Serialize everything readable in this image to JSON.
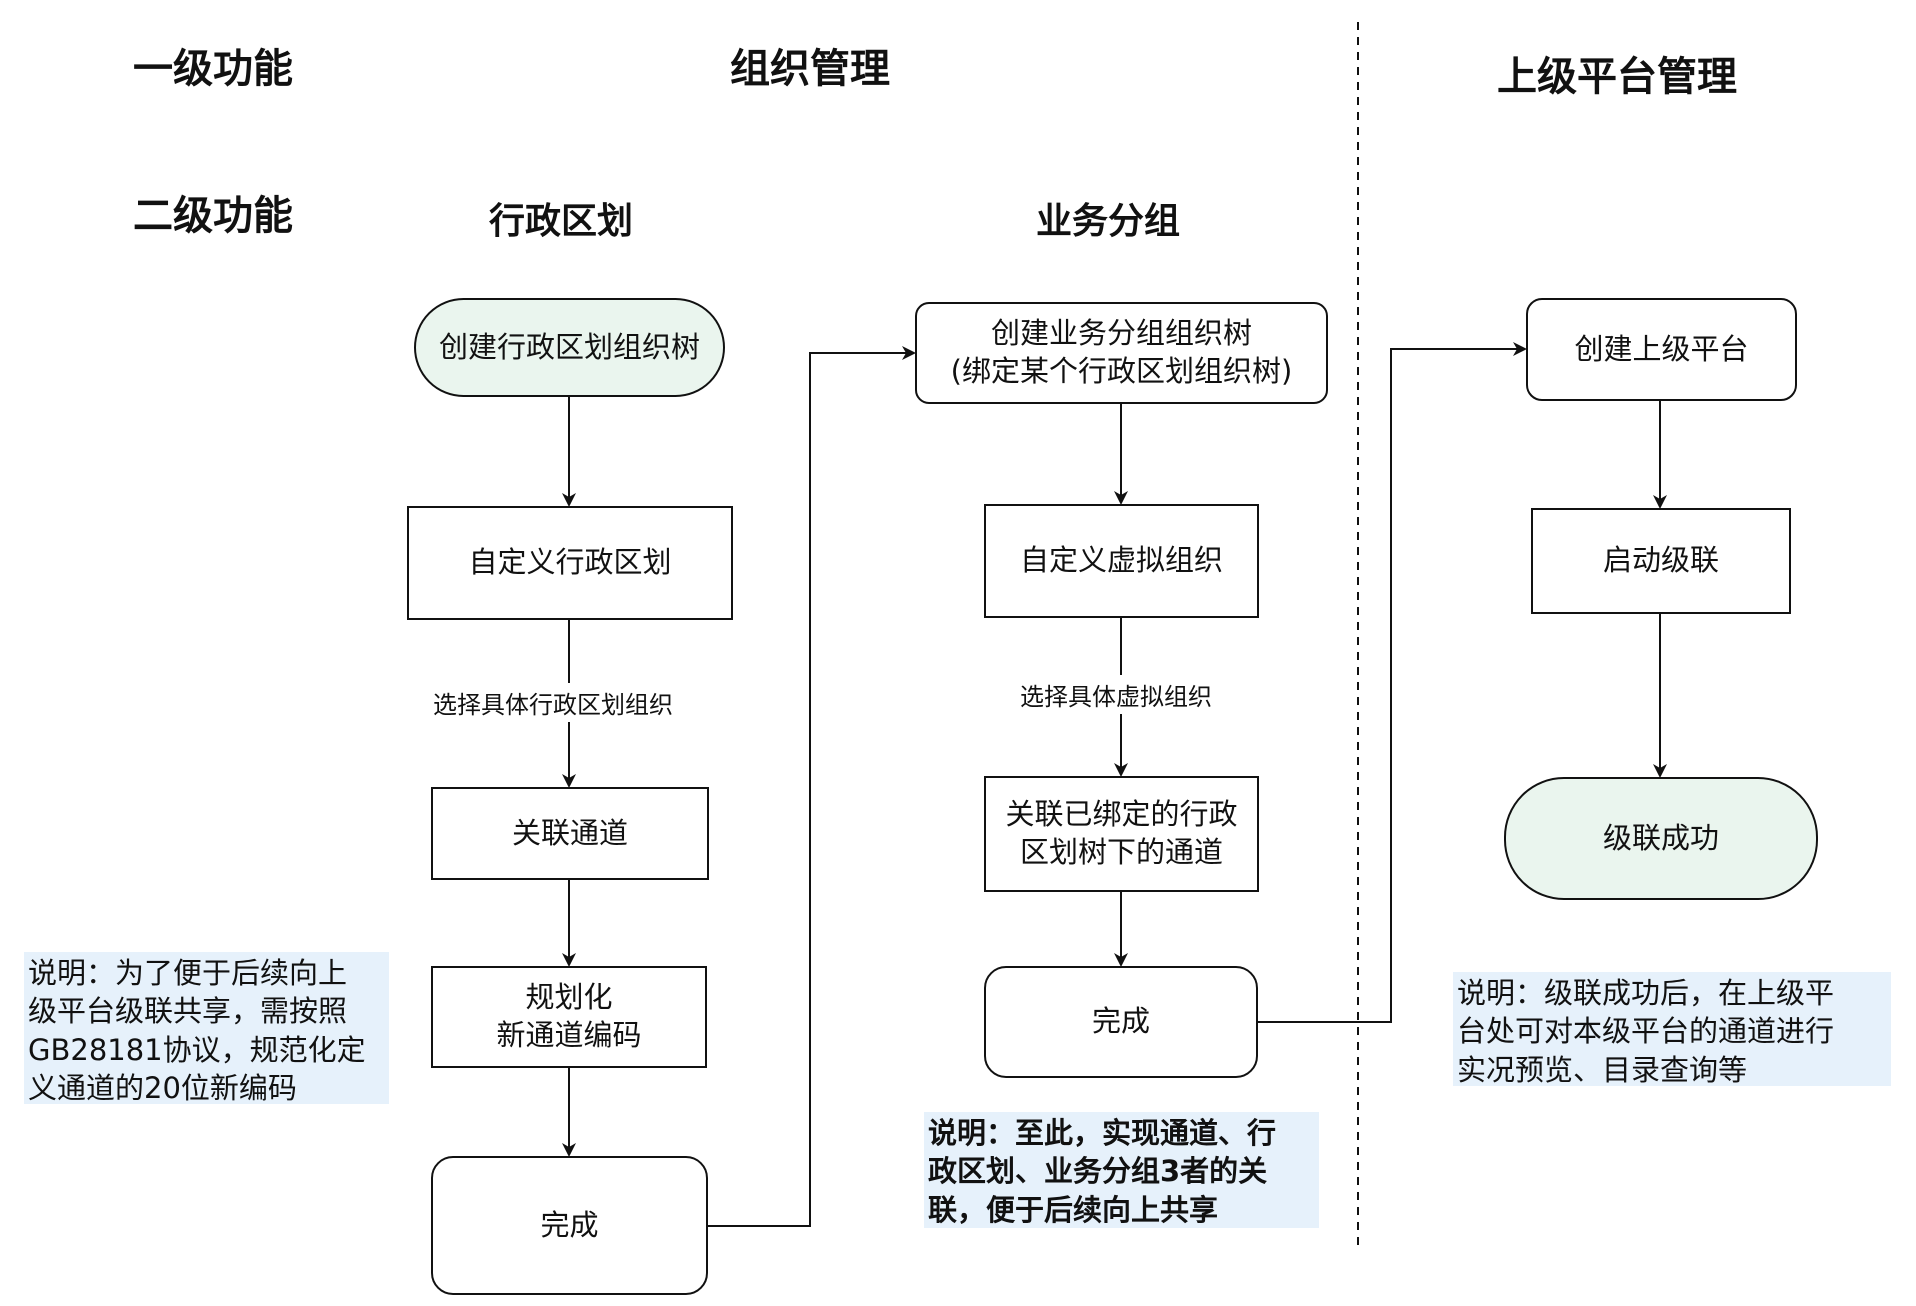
{
  "row_labels": {
    "level1": "一级功能",
    "level2": "二级功能"
  },
  "sections": {
    "org_mgmt": "组织管理",
    "upper_platform_mgmt": "上级平台管理"
  },
  "columns": {
    "admin_division": "行政区划",
    "business_group": "业务分组"
  },
  "admin_flow": {
    "create_tree": "创建行政区划组织树",
    "customize": "自定义行政区划",
    "edge_label": "选择具体行政区划组织",
    "link_channel": "关联通道",
    "plan_code": "规划化\n新通道编码",
    "done": "完成"
  },
  "business_flow": {
    "create_tree": "创建业务分组组织树\n(绑定某个行政区划组织树)",
    "customize": "自定义虚拟组织",
    "edge_label": "选择具体虚拟组织",
    "link_channel": "关联已绑定的行政\n区划树下的通道",
    "done": "完成"
  },
  "upper_flow": {
    "create_platform": "创建上级平台",
    "start_cascade": "启动级联",
    "success": "级联成功"
  },
  "notes": {
    "left": "说明：为了便于后续向上\n级平台级联共享，需按照\nGB28181协议，规范化定\n义通道的20位新编码",
    "middle": "说明：至此，实现通道、行\n政区划、业务分组3者的关\n联，便于后续向上共享",
    "right": "说明：级联成功后，在上级平\n台处可对本级平台的通道进行\n实况预览、目录查询等"
  },
  "colors": {
    "terminal_fill": "#eaf5ee",
    "note_fill": "#e6f1fb",
    "stroke": "#111111"
  }
}
